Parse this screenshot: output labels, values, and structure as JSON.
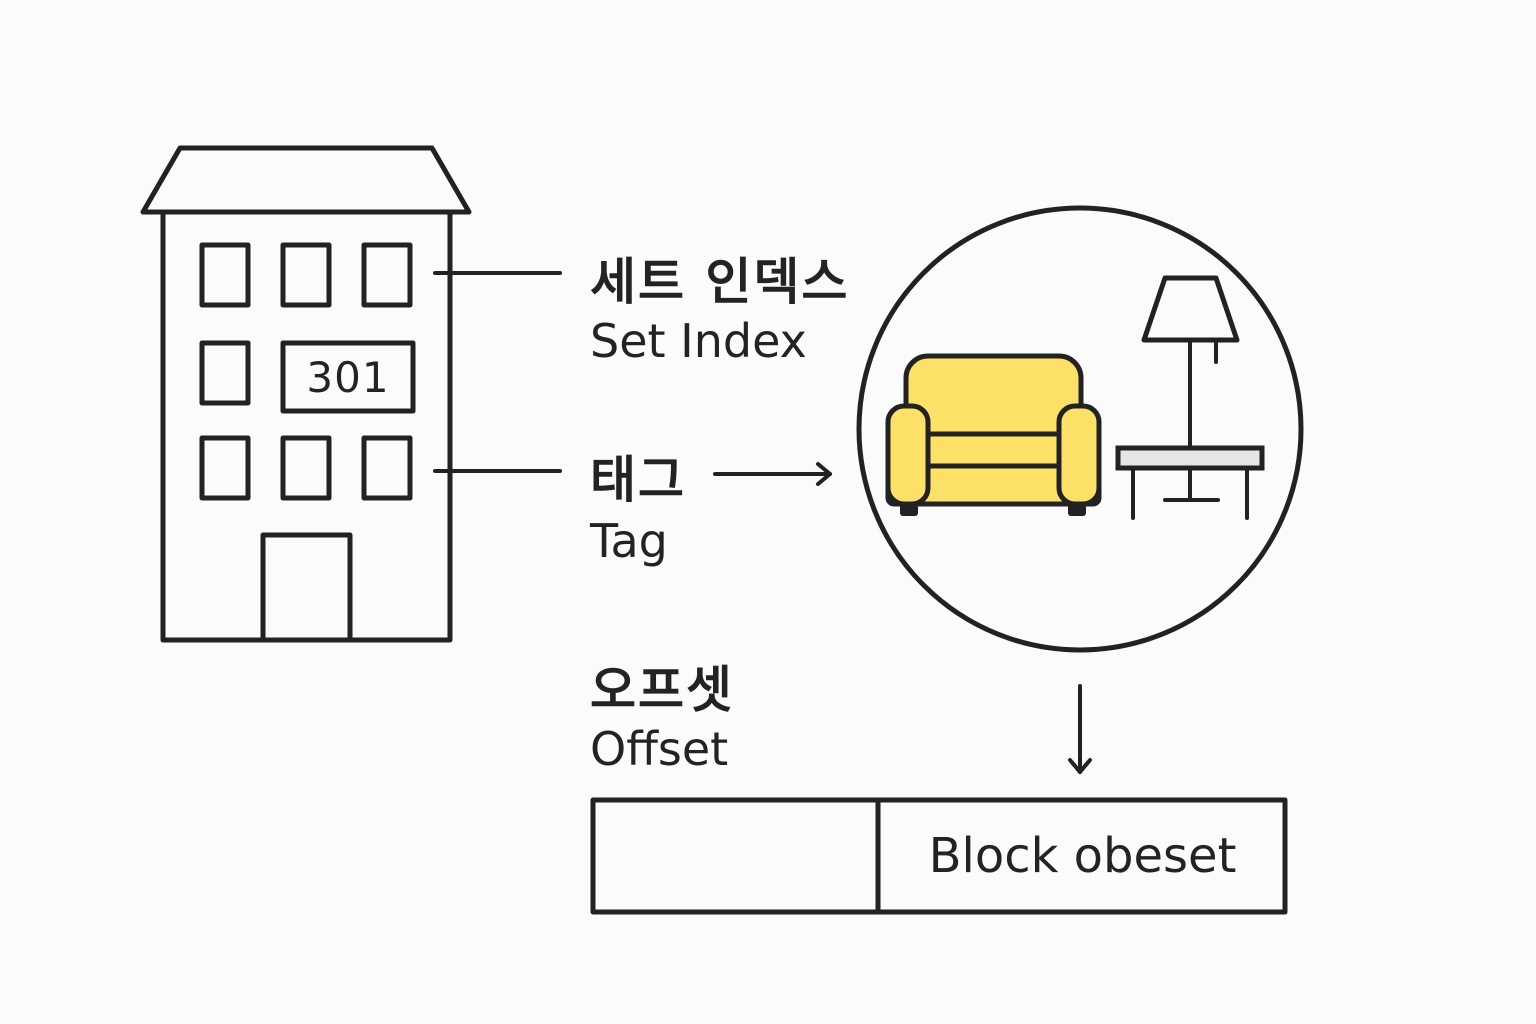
{
  "building": {
    "room_number": "301"
  },
  "labels": {
    "set_index_ko": "세트 인덱스",
    "set_index_en": "Set Index",
    "tag_ko": "태그",
    "tag_en": "Tag",
    "offset_ko": "오프셋",
    "offset_en": "Offset"
  },
  "block": {
    "left_cell": "",
    "right_cell": "Block obeset"
  },
  "icons": {
    "building": "building-icon",
    "armchair": "armchair-icon",
    "lamp": "floor-lamp-icon",
    "table": "side-table-icon"
  },
  "colors": {
    "line": "#222222",
    "armchair_fill": "#fde068",
    "background": "#fbfbfb",
    "table_top": "#e6e6e6"
  }
}
